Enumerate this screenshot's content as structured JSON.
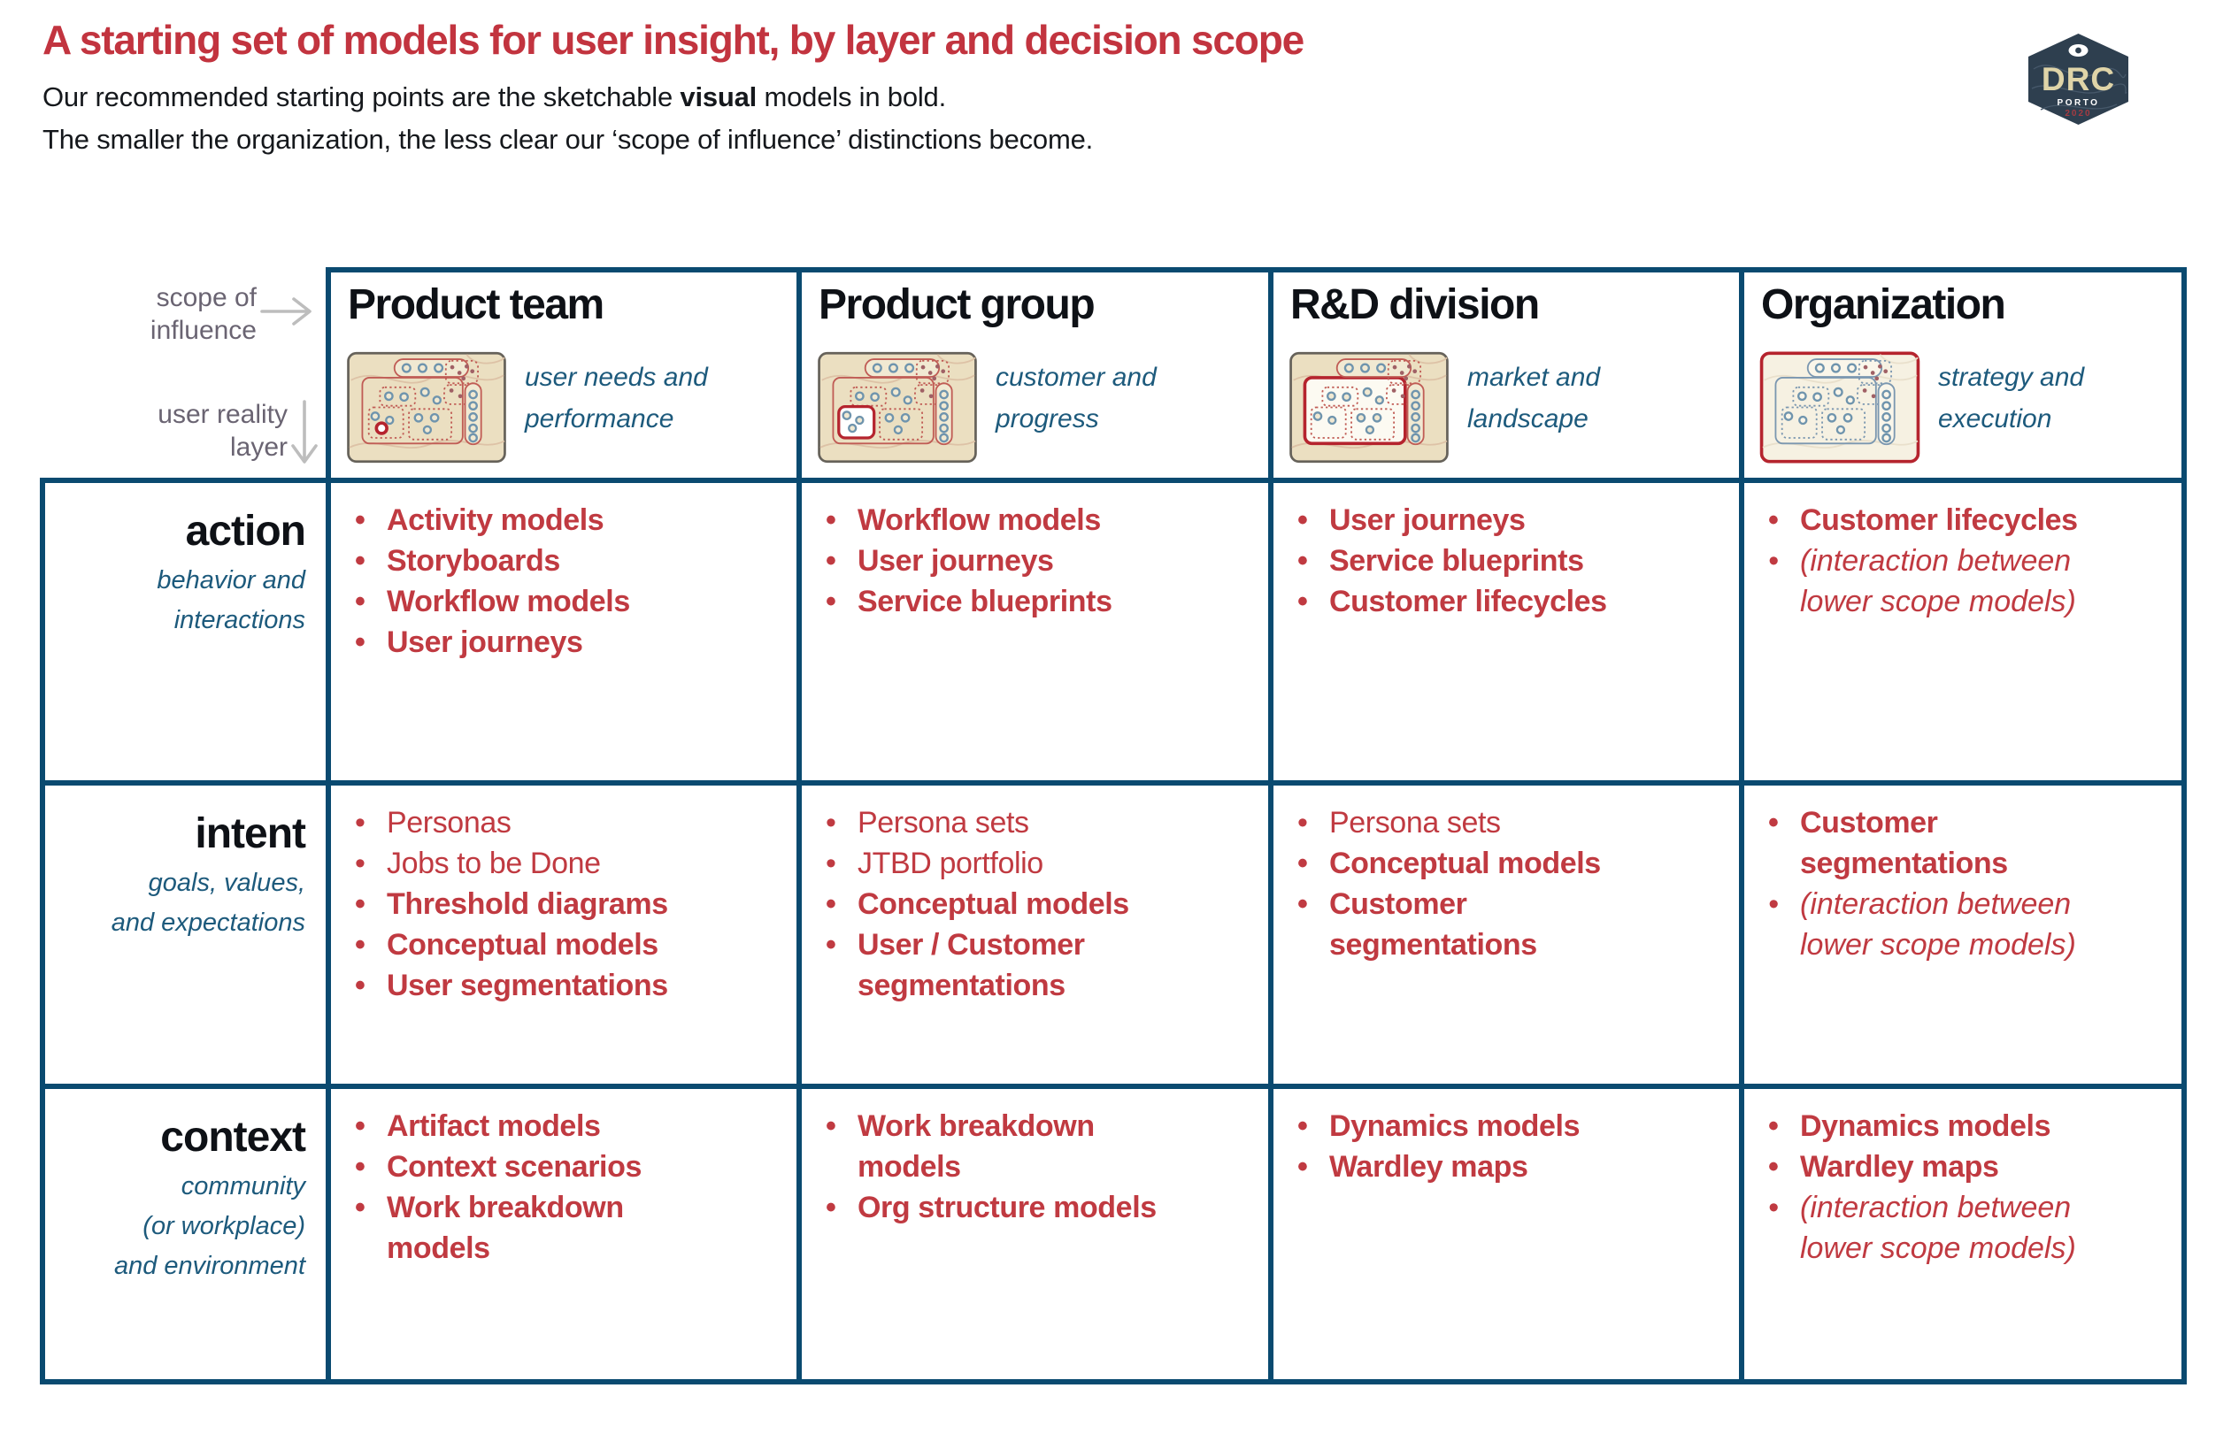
{
  "header": {
    "title": "A starting set of models for user insight, by layer and decision scope",
    "subtitle_line1_prefix": "Our recommended starting points are the sketchable ",
    "subtitle_line1_bold": "visual",
    "subtitle_line1_suffix": " models in bold.",
    "subtitle_line2": "The smaller the organization, the less clear our ‘scope of influence’ distinctions become.",
    "logo": {
      "text": "DRC",
      "city": "PORTO",
      "year": "2020"
    }
  },
  "axes": {
    "scope_line1": "scope of",
    "scope_line2": "influence",
    "layer_line1": "user reality",
    "layer_line2": "layer"
  },
  "columns": [
    {
      "name": "Product team",
      "caption_line1": "user needs and",
      "caption_line2": "performance",
      "icon": "product-team"
    },
    {
      "name": "Product group",
      "caption_line1": "customer and",
      "caption_line2": "progress",
      "icon": "product-group"
    },
    {
      "name": "R&D division",
      "caption_line1": "market and",
      "caption_line2": "landscape",
      "icon": "rd-division"
    },
    {
      "name": "Organization",
      "caption_line1": "strategy and",
      "caption_line2": "execution",
      "icon": "organization"
    }
  ],
  "rows": [
    {
      "label": "action",
      "sublabel_lines": [
        "behavior and",
        "interactions"
      ],
      "cells": [
        {
          "items": [
            {
              "style": "bold",
              "lines": [
                "Activity models"
              ]
            },
            {
              "style": "bold",
              "lines": [
                "Storyboards"
              ]
            },
            {
              "style": "bold",
              "lines": [
                "Workflow models"
              ]
            },
            {
              "style": "bold",
              "lines": [
                "User journeys"
              ]
            }
          ]
        },
        {
          "items": [
            {
              "style": "bold",
              "lines": [
                "Workflow models"
              ]
            },
            {
              "style": "bold",
              "lines": [
                "User journeys"
              ]
            },
            {
              "style": "bold",
              "lines": [
                "Service blueprints"
              ]
            }
          ]
        },
        {
          "items": [
            {
              "style": "bold",
              "lines": [
                "User journeys"
              ]
            },
            {
              "style": "bold",
              "lines": [
                "Service blueprints"
              ]
            },
            {
              "style": "bold",
              "lines": [
                "Customer lifecycles"
              ]
            }
          ]
        },
        {
          "items": [
            {
              "style": "bold",
              "lines": [
                "Customer lifecycles"
              ]
            },
            {
              "style": "italic",
              "lines": [
                "(interaction between",
                "lower scope models)"
              ]
            }
          ]
        }
      ]
    },
    {
      "label": "intent",
      "sublabel_lines": [
        "goals, values,",
        "and expectations"
      ],
      "cells": [
        {
          "items": [
            {
              "style": "regular",
              "lines": [
                "Personas"
              ]
            },
            {
              "style": "regular",
              "lines": [
                "Jobs to be Done"
              ]
            },
            {
              "style": "bold",
              "lines": [
                "Threshold diagrams"
              ]
            },
            {
              "style": "bold",
              "lines": [
                "Conceptual models"
              ]
            },
            {
              "style": "bold",
              "lines": [
                "User segmentations"
              ]
            }
          ]
        },
        {
          "items": [
            {
              "style": "regular",
              "lines": [
                "Persona sets"
              ]
            },
            {
              "style": "regular",
              "lines": [
                "JTBD portfolio"
              ]
            },
            {
              "style": "bold",
              "lines": [
                "Conceptual models"
              ]
            },
            {
              "style": "bold",
              "lines": [
                "User / Customer",
                "segmentations"
              ]
            }
          ]
        },
        {
          "items": [
            {
              "style": "regular",
              "lines": [
                "Persona sets"
              ]
            },
            {
              "style": "bold",
              "lines": [
                "Conceptual models"
              ]
            },
            {
              "style": "bold",
              "lines": [
                "Customer",
                "segmentations"
              ]
            }
          ]
        },
        {
          "items": [
            {
              "style": "bold",
              "lines": [
                "Customer",
                "segmentations"
              ]
            },
            {
              "style": "italic",
              "lines": [
                "(interaction between",
                "lower scope models)"
              ]
            }
          ]
        }
      ]
    },
    {
      "label": "context",
      "sublabel_lines": [
        "community",
        "(or workplace)",
        "and environment"
      ],
      "cells": [
        {
          "items": [
            {
              "style": "bold",
              "lines": [
                "Artifact models"
              ]
            },
            {
              "style": "bold",
              "lines": [
                "Context scenarios"
              ]
            },
            {
              "style": "bold",
              "lines": [
                "Work breakdown",
                "models"
              ]
            }
          ]
        },
        {
          "items": [
            {
              "style": "bold",
              "lines": [
                "Work breakdown",
                "models"
              ]
            },
            {
              "style": "bold",
              "lines": [
                "Org structure models"
              ]
            }
          ]
        },
        {
          "items": [
            {
              "style": "bold",
              "lines": [
                "Dynamics models"
              ]
            },
            {
              "style": "bold",
              "lines": [
                "Wardley maps"
              ]
            }
          ]
        },
        {
          "items": [
            {
              "style": "bold",
              "lines": [
                "Dynamics models"
              ]
            },
            {
              "style": "bold",
              "lines": [
                "Wardley maps"
              ]
            },
            {
              "style": "italic",
              "lines": [
                "(interaction between",
                "lower scope models)"
              ]
            }
          ]
        }
      ]
    }
  ],
  "palette": {
    "accent_red": "#c2343f",
    "list_red": "#c03a41",
    "border_navy": "#0a4a70",
    "text_blue": "#1d5a7c",
    "annotation_gray": "#6a6472",
    "logo_navy": "#2e3f4f",
    "logo_cream": "#dfd4a8",
    "map_beige": "#ebdfc1"
  }
}
